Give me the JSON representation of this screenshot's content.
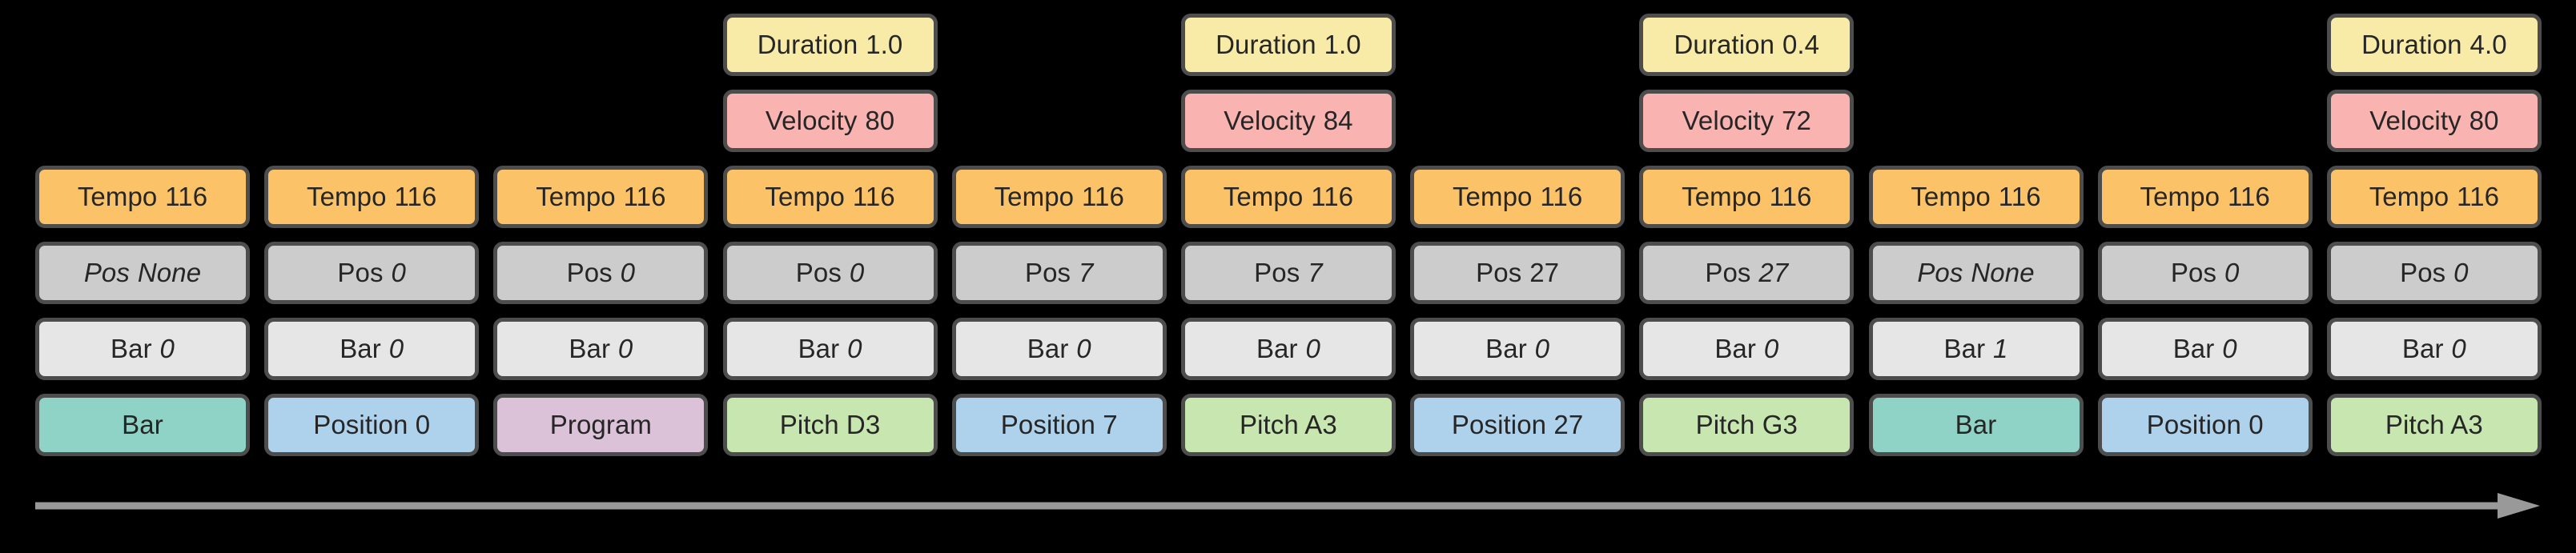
{
  "legend": {
    "colors": {
      "duration": "#F8EBA8",
      "velocity": "#F9B3B0",
      "tempo": "#FBC268",
      "pos": "#CCCCCC",
      "bar": "#E6E6E6",
      "token_bar": "#8FD3C7",
      "token_position": "#AFD2EC",
      "token_program": "#DCC2D9",
      "token_pitch": "#C8E6AF",
      "background": "#000000",
      "outline": "#4D4D4D",
      "arrow": "#999999"
    }
  },
  "axis": {
    "name": "time-arrow",
    "direction": "left-to-right"
  },
  "columns": [
    {
      "index": 0,
      "duration": null,
      "velocity": null,
      "tempo": {
        "label": "Tempo",
        "value": "116"
      },
      "pos": {
        "label": "Pos",
        "value": "None",
        "italic_label": true
      },
      "bar": {
        "label": "Bar",
        "value": "0"
      },
      "token": {
        "text": "Bar",
        "kind": "token_bar"
      }
    },
    {
      "index": 1,
      "duration": null,
      "velocity": null,
      "tempo": {
        "label": "Tempo",
        "value": "116"
      },
      "pos": {
        "label": "Pos",
        "value": "0",
        "italic_label": false
      },
      "bar": {
        "label": "Bar",
        "value": "0"
      },
      "token": {
        "text": "Position 0",
        "kind": "token_position"
      }
    },
    {
      "index": 2,
      "duration": null,
      "velocity": null,
      "tempo": {
        "label": "Tempo",
        "value": "116"
      },
      "pos": {
        "label": "Pos",
        "value": "0",
        "italic_label": false
      },
      "bar": {
        "label": "Bar",
        "value": "0"
      },
      "token": {
        "text": "Program",
        "kind": "token_program"
      }
    },
    {
      "index": 3,
      "duration": {
        "label": "Duration",
        "value": "1.0"
      },
      "velocity": {
        "label": "Velocity",
        "value": "80"
      },
      "tempo": {
        "label": "Tempo",
        "value": "116"
      },
      "pos": {
        "label": "Pos",
        "value": "0",
        "italic_label": false
      },
      "bar": {
        "label": "Bar",
        "value": "0"
      },
      "token": {
        "text": "Pitch D3",
        "kind": "token_pitch"
      }
    },
    {
      "index": 4,
      "duration": null,
      "velocity": null,
      "tempo": {
        "label": "Tempo",
        "value": "116"
      },
      "pos": {
        "label": "Pos",
        "value": "7",
        "italic_label": false
      },
      "bar": {
        "label": "Bar",
        "value": "0"
      },
      "token": {
        "text": "Position 7",
        "kind": "token_position"
      }
    },
    {
      "index": 5,
      "duration": {
        "label": "Duration",
        "value": "1.0"
      },
      "velocity": {
        "label": "Velocity",
        "value": "84"
      },
      "tempo": {
        "label": "Tempo",
        "value": "116"
      },
      "pos": {
        "label": "Pos",
        "value": "7",
        "italic_label": false
      },
      "bar": {
        "label": "Bar",
        "value": "0"
      },
      "token": {
        "text": "Pitch A3",
        "kind": "token_pitch"
      }
    },
    {
      "index": 6,
      "duration": null,
      "velocity": null,
      "tempo": {
        "label": "Tempo",
        "value": "116"
      },
      "pos": {
        "label": "Pos",
        "value": "27",
        "italic_label": false,
        "upright_value": true
      },
      "bar": {
        "label": "Bar",
        "value": "0"
      },
      "token": {
        "text": "Position 27",
        "kind": "token_position"
      }
    },
    {
      "index": 7,
      "duration": {
        "label": "Duration",
        "value": "0.4"
      },
      "velocity": {
        "label": "Velocity",
        "value": "72"
      },
      "tempo": {
        "label": "Tempo",
        "value": "116"
      },
      "pos": {
        "label": "Pos",
        "value": "27",
        "italic_label": false
      },
      "bar": {
        "label": "Bar",
        "value": "0"
      },
      "token": {
        "text": "Pitch G3",
        "kind": "token_pitch"
      }
    },
    {
      "index": 8,
      "duration": null,
      "velocity": null,
      "tempo": {
        "label": "Tempo",
        "value": "116"
      },
      "pos": {
        "label": "Pos",
        "value": "None",
        "italic_label": true
      },
      "bar": {
        "label": "Bar",
        "value": "1"
      },
      "token": {
        "text": "Bar",
        "kind": "token_bar"
      }
    },
    {
      "index": 9,
      "duration": null,
      "velocity": null,
      "tempo": {
        "label": "Tempo",
        "value": "116"
      },
      "pos": {
        "label": "Pos",
        "value": "0",
        "italic_label": false
      },
      "bar": {
        "label": "Bar",
        "value": "0"
      },
      "token": {
        "text": "Position 0",
        "kind": "token_position"
      }
    },
    {
      "index": 10,
      "duration": {
        "label": "Duration",
        "value": "4.0"
      },
      "velocity": {
        "label": "Velocity",
        "value": "80"
      },
      "tempo": {
        "label": "Tempo",
        "value": "116"
      },
      "pos": {
        "label": "Pos",
        "value": "0",
        "italic_label": false
      },
      "bar": {
        "label": "Bar",
        "value": "0"
      },
      "token": {
        "text": "Pitch A3",
        "kind": "token_pitch"
      }
    }
  ]
}
